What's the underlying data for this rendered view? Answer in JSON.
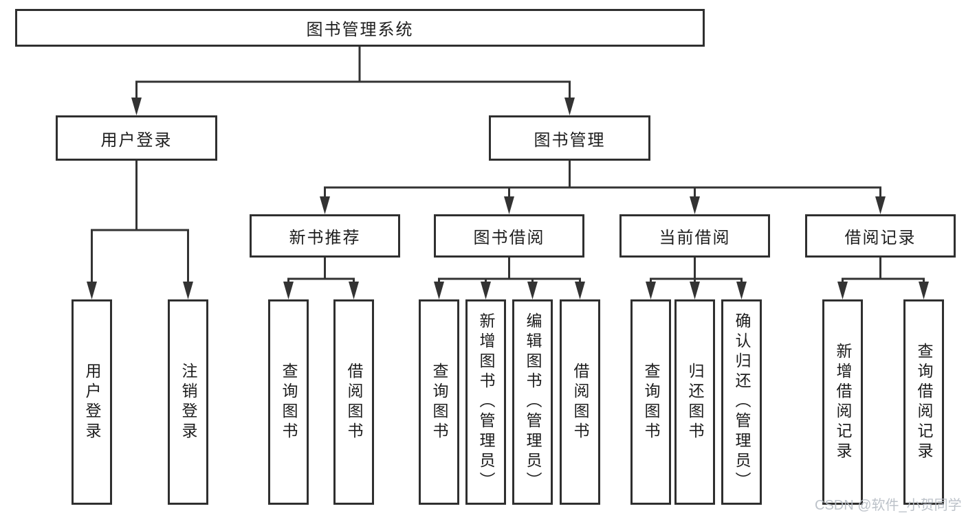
{
  "diagram": {
    "root": {
      "label": "图书管理系统",
      "children": [
        {
          "label": "用户登录",
          "children": [
            {
              "label": "用户登录"
            },
            {
              "label": "注销登录"
            }
          ]
        },
        {
          "label": "图书管理",
          "children": [
            {
              "label": "新书推荐",
              "children": [
                {
                  "label": "查询图书"
                },
                {
                  "label": "借阅图书"
                }
              ]
            },
            {
              "label": "图书借阅",
              "children": [
                {
                  "label": "查询图书"
                },
                {
                  "label": "新增图书（管理员）"
                },
                {
                  "label": "编辑图书（管理员）"
                },
                {
                  "label": "借阅图书"
                }
              ]
            },
            {
              "label": "当前借阅",
              "children": [
                {
                  "label": "查询图书"
                },
                {
                  "label": "归还图书"
                },
                {
                  "label": "确认归还（管理员）"
                }
              ]
            },
            {
              "label": "借阅记录",
              "children": [
                {
                  "label": "新增借阅记录"
                },
                {
                  "label": "查询借阅记录"
                }
              ]
            }
          ]
        }
      ]
    }
  },
  "watermark": {
    "text": "CSDN @软件_小贺同学"
  },
  "colors": {
    "line": "#333333",
    "box_border": "#2f2f2f",
    "text": "#1d1d1d",
    "watermark": "#b7bdc5",
    "background": "#ffffff"
  }
}
